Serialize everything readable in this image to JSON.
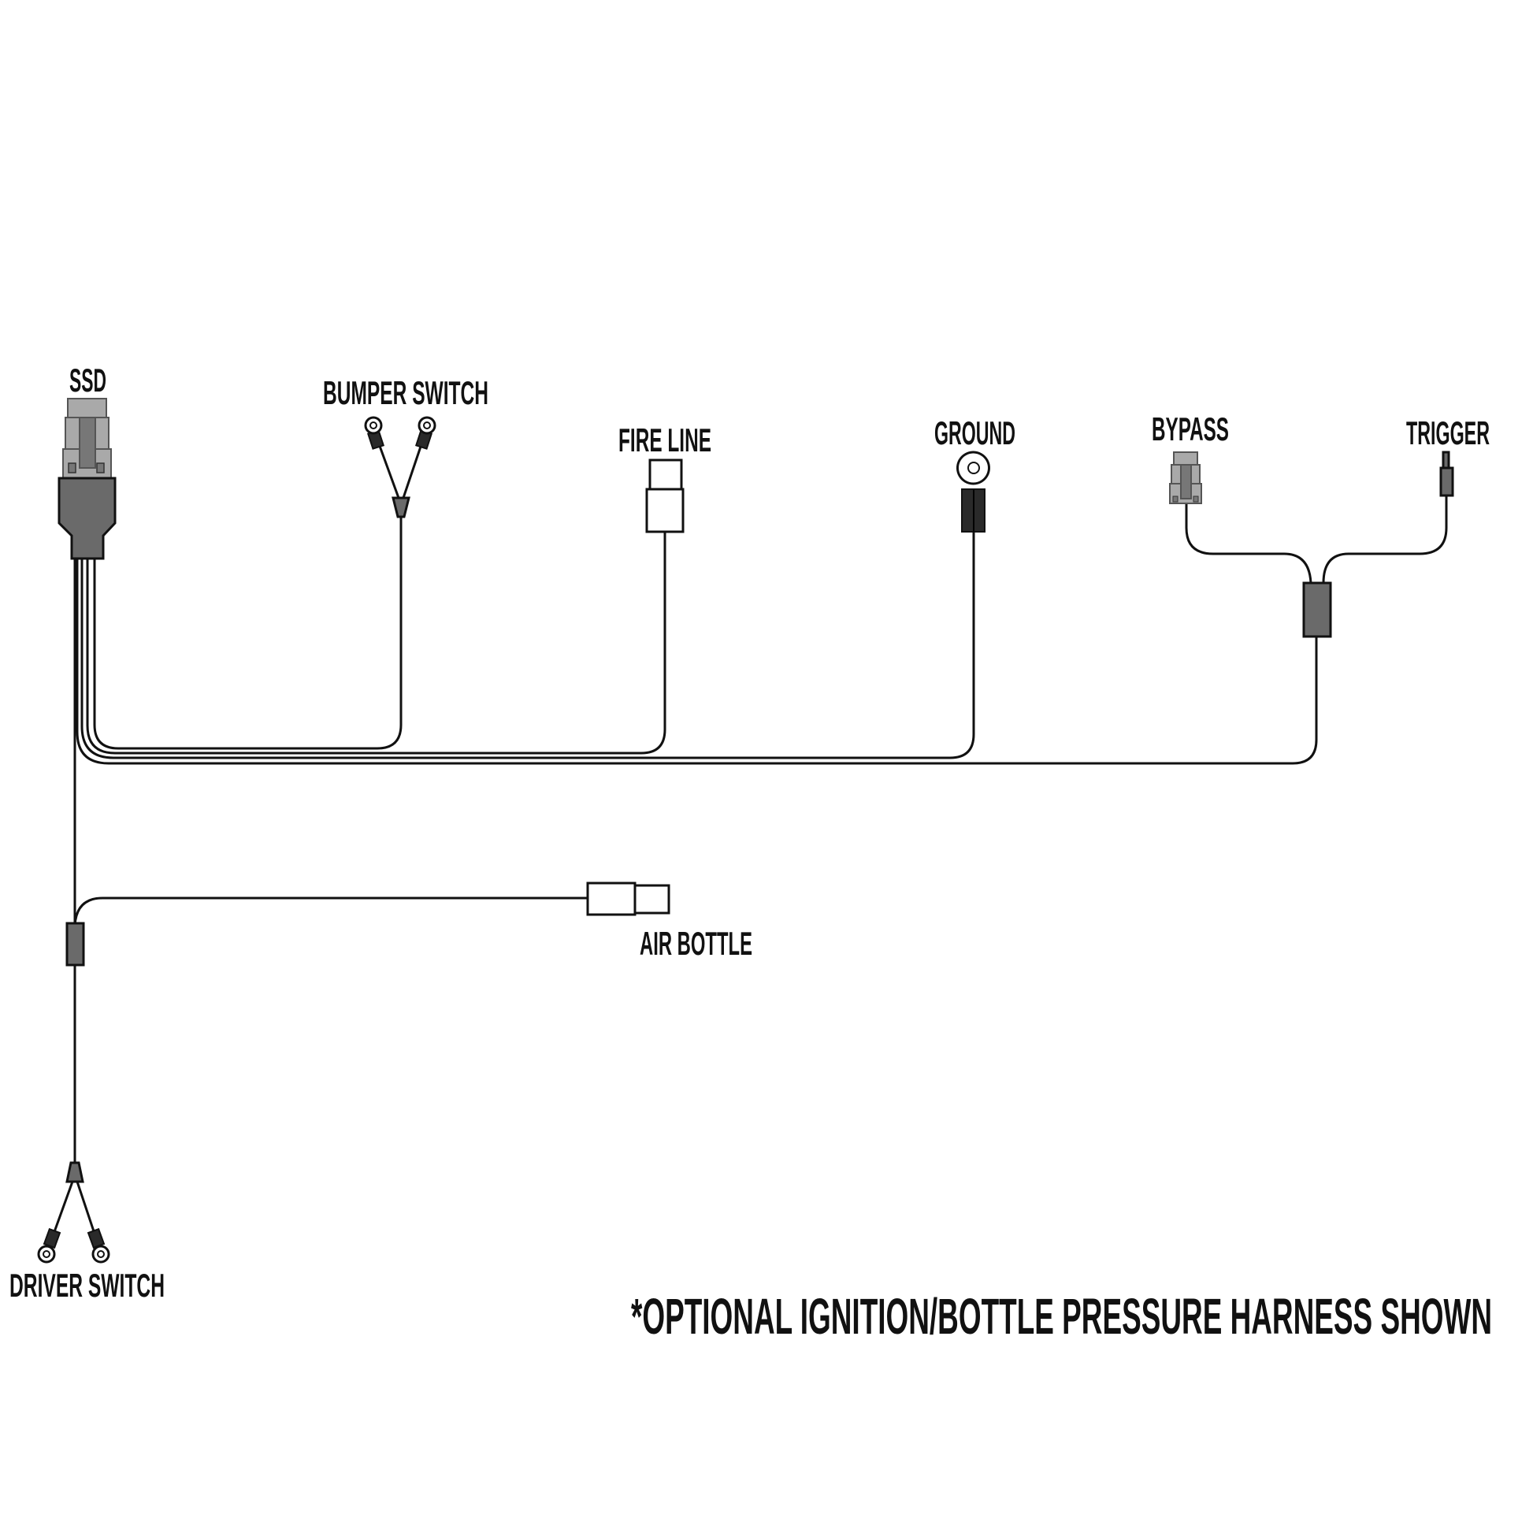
{
  "diagram": {
    "labels": {
      "ssd": "SSD",
      "bumper_switch": "BUMPER SWITCH",
      "fire_line": "FIRE LINE",
      "ground": "GROUND",
      "bypass": "BYPASS",
      "trigger": "TRIGGER",
      "air_bottle": "AIR BOTTLE",
      "driver_switch": "DRIVER SWITCH"
    },
    "footnote": "*OPTIONAL IGNITION/BOTTLE PRESSURE HARNESS SHOWN"
  }
}
